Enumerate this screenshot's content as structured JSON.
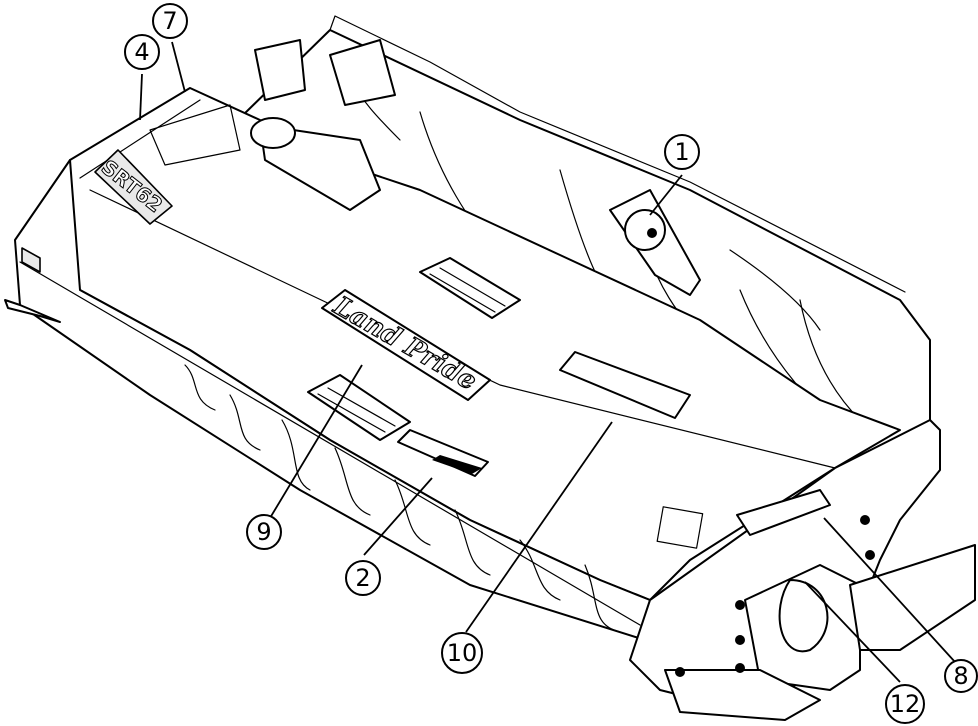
{
  "model_decal": "SRT62",
  "brand_decal": "Land Pride",
  "callouts": [
    {
      "id": "1",
      "label": "1"
    },
    {
      "id": "2",
      "label": "2"
    },
    {
      "id": "4",
      "label": "4"
    },
    {
      "id": "7",
      "label": "7"
    },
    {
      "id": "8",
      "label": "8"
    },
    {
      "id": "9",
      "label": "9"
    },
    {
      "id": "10",
      "label": "10"
    },
    {
      "id": "12",
      "label": "12"
    }
  ],
  "colors": {
    "line": "#000000",
    "background": "#ffffff"
  }
}
